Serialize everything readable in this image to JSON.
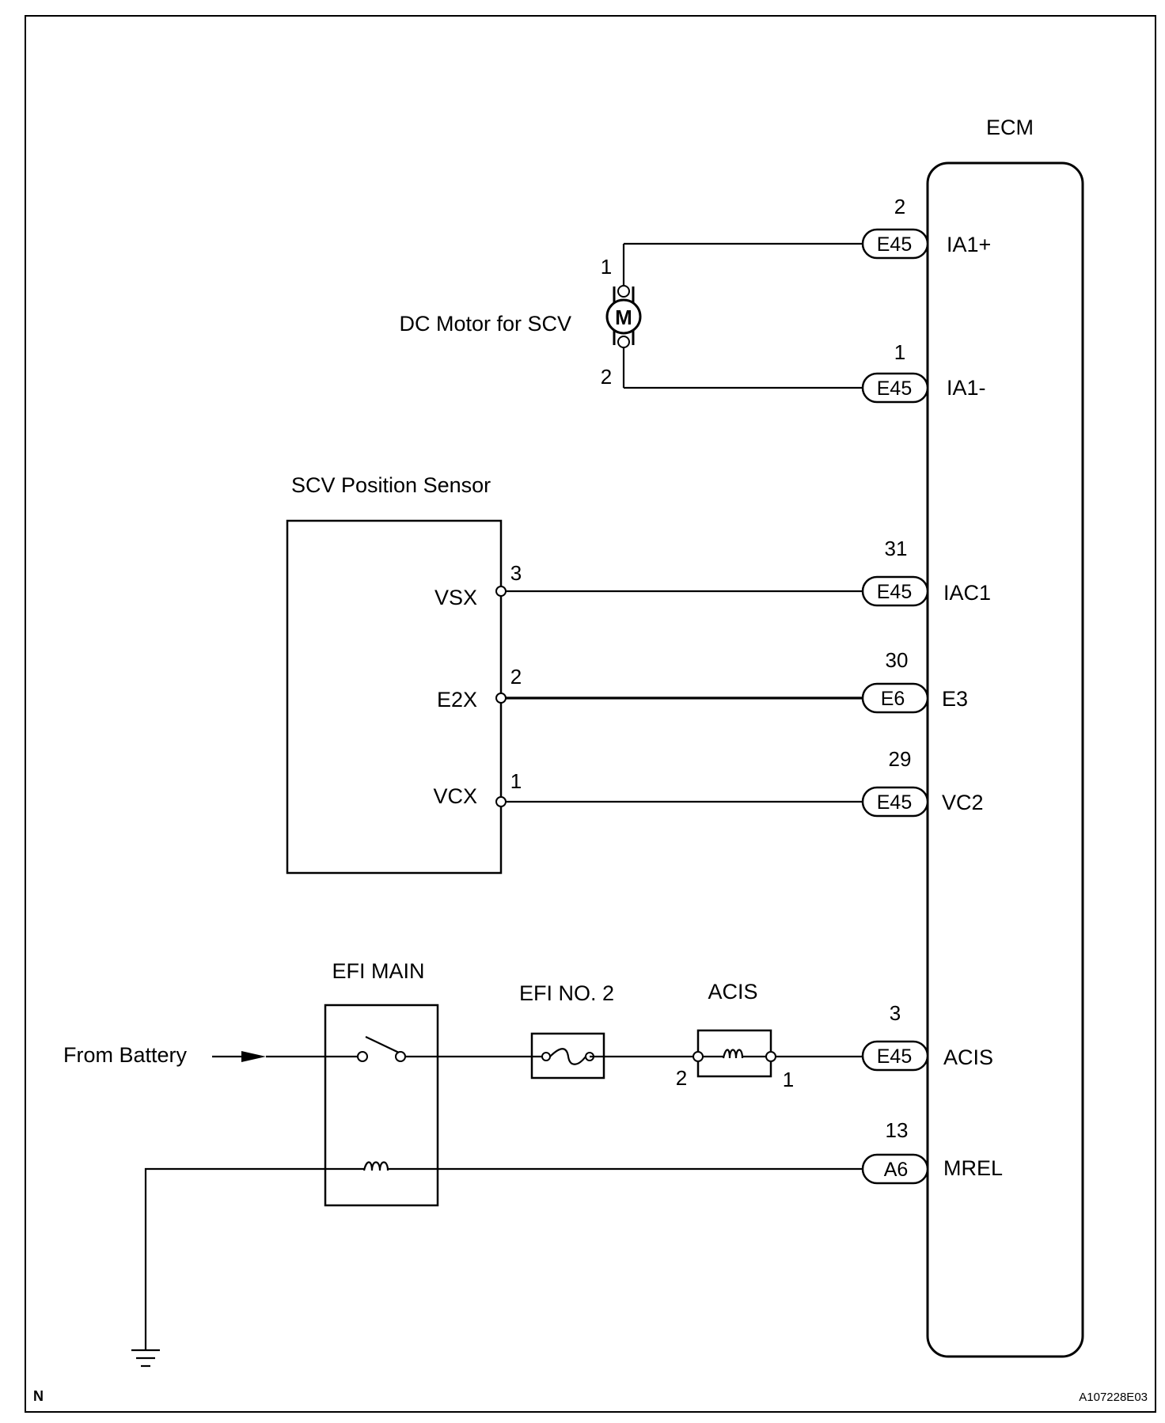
{
  "ecm": {
    "title": "ECM"
  },
  "motor": {
    "label": "DC Motor for SCV",
    "symbol": "M",
    "pin_top": "1",
    "pin_bottom": "2"
  },
  "sensor": {
    "title": "SCV Position Sensor",
    "terminals": [
      {
        "name": "VSX",
        "pin": "3"
      },
      {
        "name": "E2X",
        "pin": "2"
      },
      {
        "name": "VCX",
        "pin": "1"
      }
    ]
  },
  "ecm_pins": [
    {
      "pin": "2",
      "connector": "E45",
      "terminal": "IA1+"
    },
    {
      "pin": "1",
      "connector": "E45",
      "terminal": "IA1-"
    },
    {
      "pin": "31",
      "connector": "E45",
      "terminal": "IAC1"
    },
    {
      "pin": "30",
      "connector": "E6",
      "terminal": "E3"
    },
    {
      "pin": "29",
      "connector": "E45",
      "terminal": "VC2"
    },
    {
      "pin": "3",
      "connector": "E45",
      "terminal": "ACIS"
    },
    {
      "pin": "13",
      "connector": "A6",
      "terminal": "MREL"
    }
  ],
  "power": {
    "source": "From Battery",
    "relay": "EFI MAIN",
    "fuse": "EFI NO. 2",
    "vsv": "ACIS",
    "vsv_pin_left": "2",
    "vsv_pin_right": "1"
  },
  "footer": {
    "left": "N",
    "right": "A107228E03"
  }
}
